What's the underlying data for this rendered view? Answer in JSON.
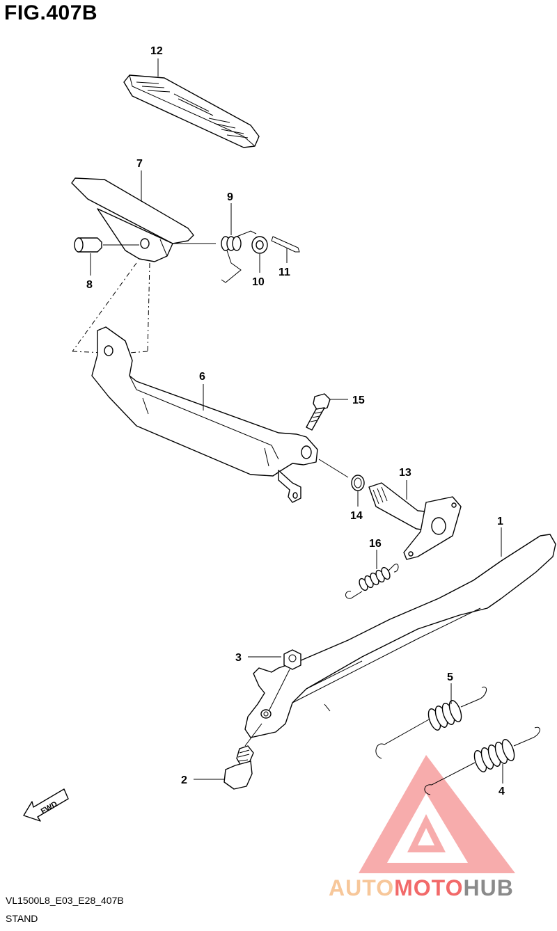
{
  "figure_title": "FIG.407B",
  "diagram_code": "VL1500L8_E03_E28_407B",
  "section_name": "STAND",
  "fwd_label": "FWD",
  "watermark": {
    "part1": "AUTO",
    "part2": "MOTO",
    "part3": "HUB"
  },
  "callouts": {
    "p1": "1",
    "p2": "2",
    "p3": "3",
    "p4": "4",
    "p5": "5",
    "p6": "6",
    "p7": "7",
    "p8": "8",
    "p9": "9",
    "p10": "10",
    "p11": "11",
    "p12": "12",
    "p13": "13",
    "p14": "14",
    "p15": "15",
    "p16": "16"
  }
}
